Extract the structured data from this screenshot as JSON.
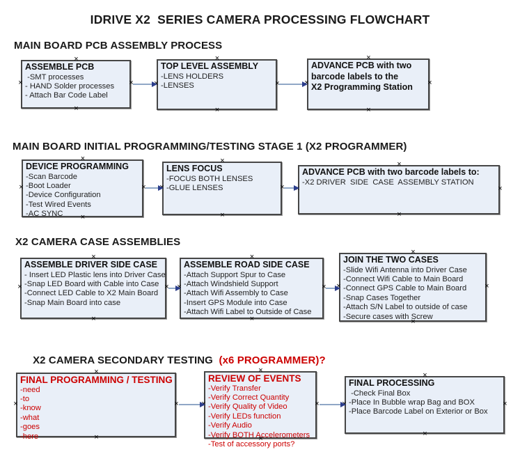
{
  "title": "IDRIVE X2  SERIES CAMERA PROCESSING FLOWCHART",
  "colors": {
    "accent_red": "#cc0000",
    "box_fill": "#e9eff8",
    "box_border": "#464646",
    "arrow_line": "#90a7c6",
    "arrow_head": "#2c3e8c"
  },
  "sections": [
    {
      "heading": "MAIN BOARD PCB ASSEMBLY PROCESS",
      "boxes": [
        {
          "title": "ASSEMBLE PCB",
          "lines": [
            " -SMT processes",
            "- HAND Solder processes",
            "- Attach Bar Code Label"
          ]
        },
        {
          "title": "TOP LEVEL ASSEMBLY",
          "lines": [
            "-LENS HOLDERS",
            "-LENSES"
          ]
        },
        {
          "title": "ADVANCE PCB with two\nbarcode labels to the\n X2 Programming Station",
          "lines": []
        }
      ]
    },
    {
      "heading": "MAIN BOARD INITIAL PROGRAMMING/TESTING STAGE 1 (X2 PROGRAMMER)",
      "boxes": [
        {
          "title": "DEVICE PROGRAMMING",
          "lines": [
            "-Scan Barcode",
            "-Boot Loader",
            "-Device Configuration",
            "-Test Wired Events",
            "-AC SYNC"
          ]
        },
        {
          "title": "LENS FOCUS",
          "lines": [
            "-FOCUS BOTH LENSES",
            "-GLUE LENSES"
          ]
        },
        {
          "title": "ADVANCE PCB with two barcode labels to:",
          "lines": [
            "-X2 DRIVER  SIDE  CASE  ASSEMBLY STATION"
          ]
        }
      ]
    },
    {
      "heading": "X2 CAMERA CASE ASSEMBLIES",
      "boxes": [
        {
          "title": "ASSEMBLE DRIVER SIDE CASE",
          "lines": [
            "- Insert LED Plastic lens into Driver Case",
            "-Snap LED Board with Cable into Case",
            "-Connect LED Cable to X2 Main Board",
            "-Snap Main Board into case"
          ]
        },
        {
          "title": "ASSEMBLE ROAD SIDE CASE",
          "lines": [
            "-Attach Support Spur to Case",
            "-Attach Windshield Support",
            "-Attach Wifi Assembly to Case",
            "-Insert GPS Module into Case",
            "-Attach Wifi Label to Outside of Case"
          ]
        },
        {
          "title": "JOIN THE TWO CASES",
          "lines": [
            "-Slide Wifi Antenna into Driver Case",
            "-Connect Wifi Cable to Main Board",
            "-Connect GPS Cable to Main Board",
            "-Snap Cases Together",
            "-Attach S/N Label to outside of case",
            "-Secure cases with Screw"
          ]
        }
      ]
    },
    {
      "heading": "X2 CAMERA SECONDARY TESTING  ",
      "heading_red": "(x6 PROGRAMMER)?",
      "boxes": [
        {
          "title": "FINAL PROGRAMMING / TESTING",
          "lines": [
            "-need",
            "-to",
            "-know",
            "-what",
            "-goes",
            "-here"
          ]
        },
        {
          "title": "REVIEW OF EVENTS",
          "lines": [
            "-Verify Transfer",
            "-Verify Correct Quantity",
            "-Verify Quality of Video",
            "-Verify LEDs function",
            "-Verify Audio",
            "-Verify BOTH Accelerometers",
            "-Test of accessory ports?"
          ]
        },
        {
          "title": "FINAL PROCESSING",
          "lines": [
            " -Check Final Box",
            "-Place In Bubble wrap Bag and BOX",
            "-Place Barcode Label on Exterior or Box"
          ]
        }
      ]
    }
  ]
}
